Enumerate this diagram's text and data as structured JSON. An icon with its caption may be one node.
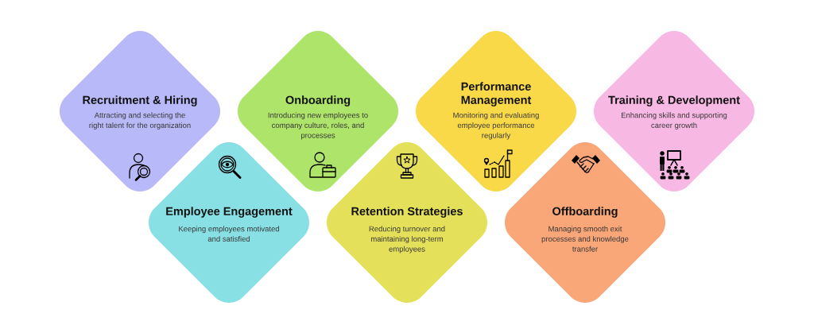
{
  "diagram": {
    "nodes": [
      {
        "text": [
          "Recruitment & Hiring",
          "Attracting and selecting the right talent for the organization"
        ]
      },
      {
        "text": [
          "Onboarding",
          "Introducing new employees to company culture, roles, and processes"
        ]
      },
      {
        "text": [
          "Performance Management",
          "Monitoring and evaluating employee performance regularly"
        ]
      },
      {
        "text": [
          "Training & Development",
          "Enhancing skills and supporting career growth"
        ]
      },
      {
        "text": [
          "Employee Engagement",
          "Keeping employees motivated and satisfied"
        ]
      },
      {
        "text": [
          "Retention Strategies",
          "Reducing turnover and maintaining long-term employees"
        ]
      },
      {
        "text": [
          "Offboarding",
          "Managing smooth exit processes and knowledge transfer"
        ]
      }
    ]
  }
}
